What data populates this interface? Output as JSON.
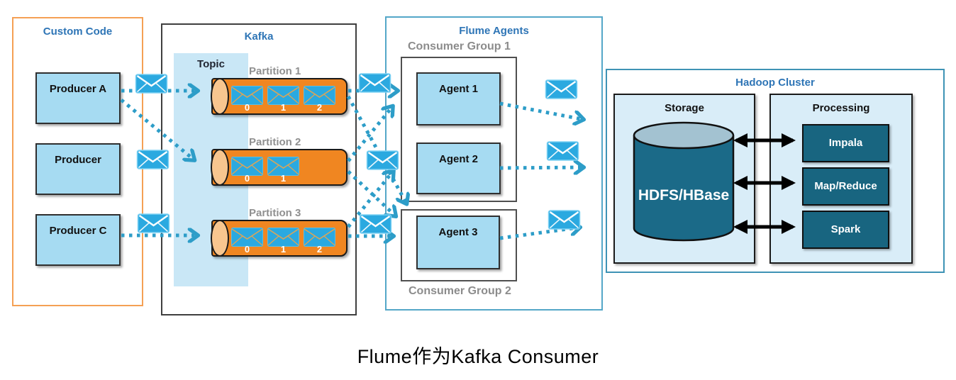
{
  "caption": "Flume作为Kafka Consumer",
  "custom_code": {
    "title": "Custom Code",
    "producers": [
      {
        "label": "Producer A"
      },
      {
        "label": "Producer"
      },
      {
        "label": "Producer C"
      }
    ]
  },
  "kafka": {
    "title": "Kafka",
    "topic_label": "Topic",
    "partitions": [
      {
        "label": "Partition 1",
        "slots": [
          "0",
          "1",
          "2"
        ]
      },
      {
        "label": "Partition 2",
        "slots": [
          "0",
          "1"
        ]
      },
      {
        "label": "Partition 3",
        "slots": [
          "0",
          "1",
          "2"
        ]
      }
    ]
  },
  "flume": {
    "title": "Flume Agents",
    "group1_label": "Consumer Group 1",
    "group2_label": "Consumer Group 2",
    "agents": [
      {
        "label": "Agent 1"
      },
      {
        "label": "Agent 2"
      },
      {
        "label": "Agent 3"
      }
    ]
  },
  "hadoop": {
    "title": "Hadoop Cluster",
    "storage": {
      "title": "Storage",
      "db_label": "HDFS/HBase"
    },
    "processing": {
      "title": "Processing",
      "engines": [
        {
          "label": "Impala"
        },
        {
          "label": "Map/Reduce"
        },
        {
          "label": "Spark"
        }
      ]
    }
  },
  "icons": {
    "message-icon": "envelope"
  },
  "colors": {
    "title_blue": "#2E75B6",
    "node_fill": "#A6DBF2",
    "topic_band": "#C9E7F6",
    "partition_orange": "#F08621",
    "partition_cap": "#F8C68F",
    "envelope_blue": "#2BA9E0",
    "arrow_teal": "#2D9DC8",
    "dark_teal": "#186580",
    "cylinder_teal": "#1B6A88",
    "cylinder_top": "#A3C2D1",
    "gray_label": "#8C8C8C",
    "custom_code_border": "#F5A054",
    "flume_border": "#54A7C8",
    "hadoop_border": "#3E93B5"
  }
}
